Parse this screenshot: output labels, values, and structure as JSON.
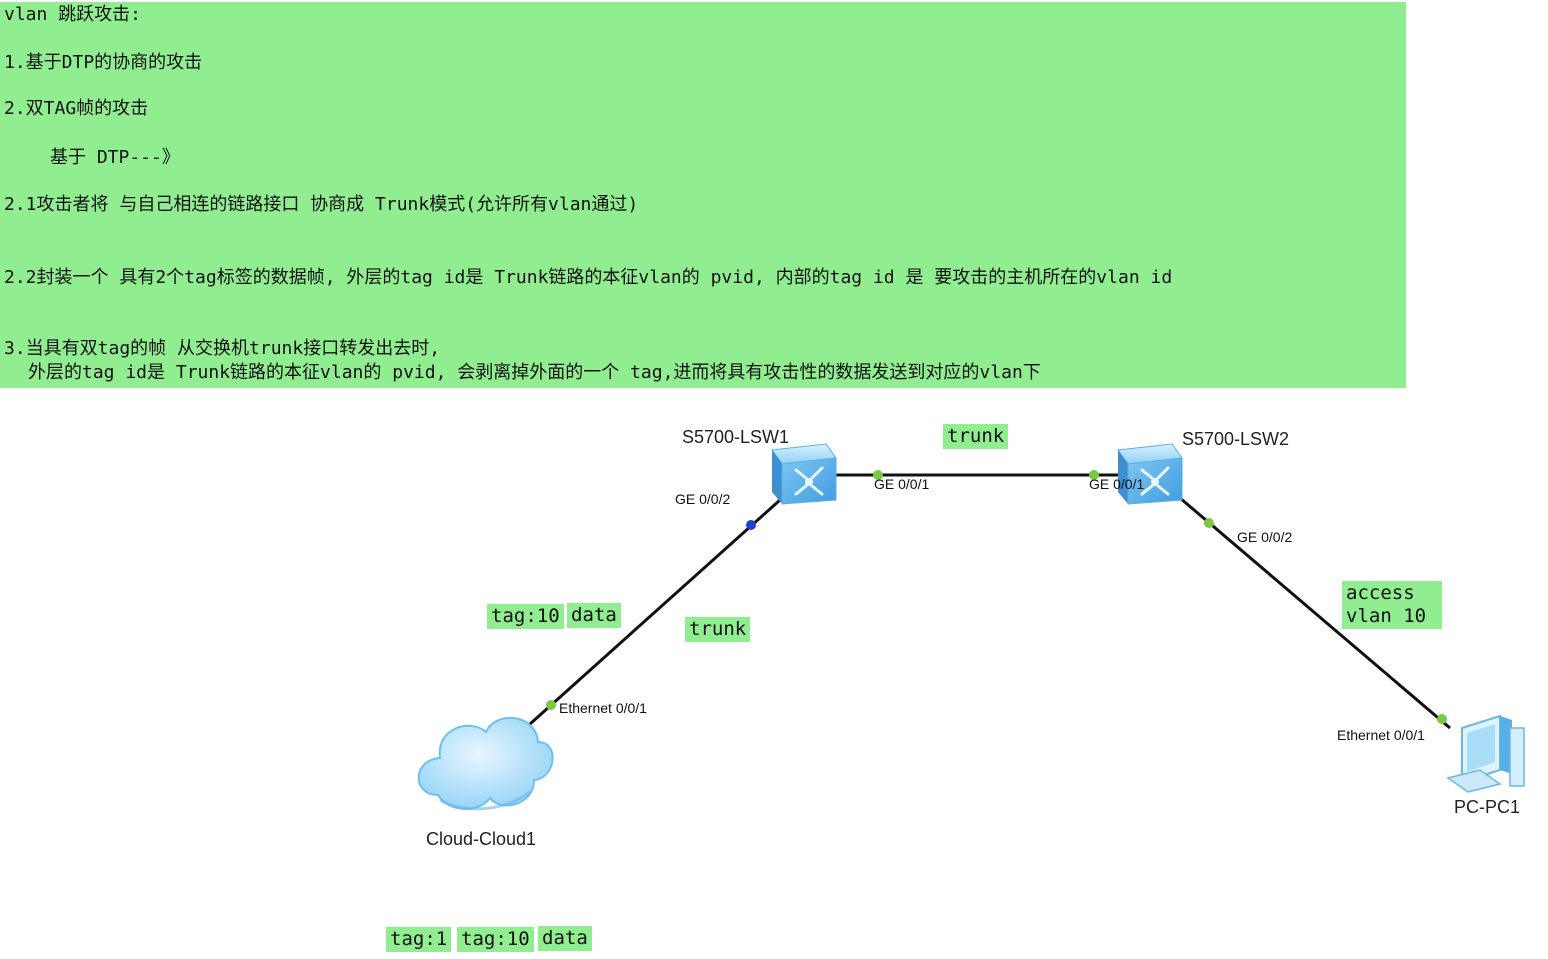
{
  "notes": {
    "title": "vlan 跳跃攻击:",
    "lines": [
      "1.基于DTP的协商的攻击",
      "2.双TAG帧的攻击",
      "基于 DTP---》",
      "2.1攻击者将 与自己相连的链路接口 协商成 Trunk模式(允许所有vlan通过)",
      "2.2封装一个 具有2个tag标签的数据帧, 外层的tag id是 Trunk链路的本征vlan的 pvid, 内部的tag id 是 要攻击的主机所在的vlan id",
      "3.当具有双tag的帧 从交换机trunk接口转发出去时,",
      "外层的tag id是 Trunk链路的本征vlan的 pvid, 会剥离掉外面的一个 tag,进而将具有攻击性的数据发送到对应的vlan下"
    ]
  },
  "devices": {
    "lsw1": "S5700-LSW1",
    "lsw2": "S5700-LSW2",
    "cloud": "Cloud-Cloud1",
    "pc": "PC-PC1"
  },
  "ports": {
    "lsw1_ge001": "GE 0/0/1",
    "lsw1_ge002": "GE 0/0/2",
    "lsw2_ge001": "GE 0/0/1",
    "lsw2_ge002": "GE 0/0/2",
    "cloud_eth": "Ethernet 0/0/1",
    "pc_eth": "Ethernet 0/0/1"
  },
  "link_labels": {
    "top_trunk": "trunk",
    "left_trunk": "trunk",
    "access": "access\nvlan 10"
  },
  "frames": {
    "single": [
      "tag:10",
      "data"
    ],
    "double": [
      "tag:1",
      "tag:10",
      "data"
    ]
  },
  "colors": {
    "highlight": "#90ee90",
    "port_dot": "#7ac943",
    "port_dot_blue": "#1f3fd1",
    "switch_blue": "#4aa8e8"
  }
}
